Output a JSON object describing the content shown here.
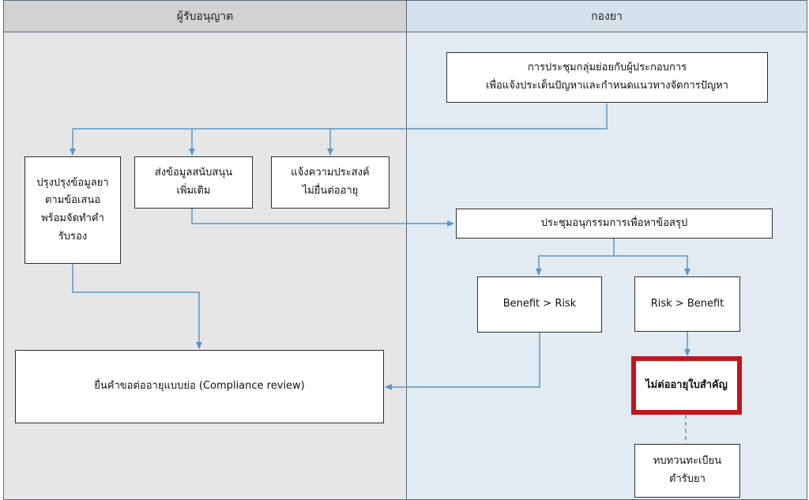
{
  "lanes": {
    "left_title": "ผู้รับอนุญาต",
    "right_title": "กองยา"
  },
  "nodes": {
    "meeting_subgroup": [
      "การประชุมกลุ่มย่อยกับผู้ประกอบการ",
      "เพื่อแจ้งประเด็นปัญหาและกำหนดแนวทางจัดการปัญหา"
    ],
    "improve_data": [
      "ปรุงปรุงข้อมูลยา",
      "ตามข้อเสนอ",
      "พร้อมจัดทำคำ",
      "รับรอง"
    ],
    "send_support": [
      "ส่งข้อมูลสนับสนุน",
      "เพิ่มเติม"
    ],
    "notify_intent": [
      "แจ้งความประสงค์",
      "ไม่ยื่นต่ออายุ"
    ],
    "committee_meeting": "ประชุมอนุกรรมการเพื่อหาข้อสรุป",
    "benefit_gt_risk": "Benefit > Risk",
    "risk_gt_benefit": "Risk > Benefit",
    "compliance_review": "ยื่นคำขอต่ออายุแบบย่อ (Compliance review)",
    "not_renew": "ไม่ต่ออายุใบสำคัญ",
    "review_registration": [
      "ทบทวนทะเบียน",
      "ตำรับยา"
    ]
  },
  "colors": {
    "connector": "#5a97c8",
    "highlight_border": "#c0161c"
  }
}
